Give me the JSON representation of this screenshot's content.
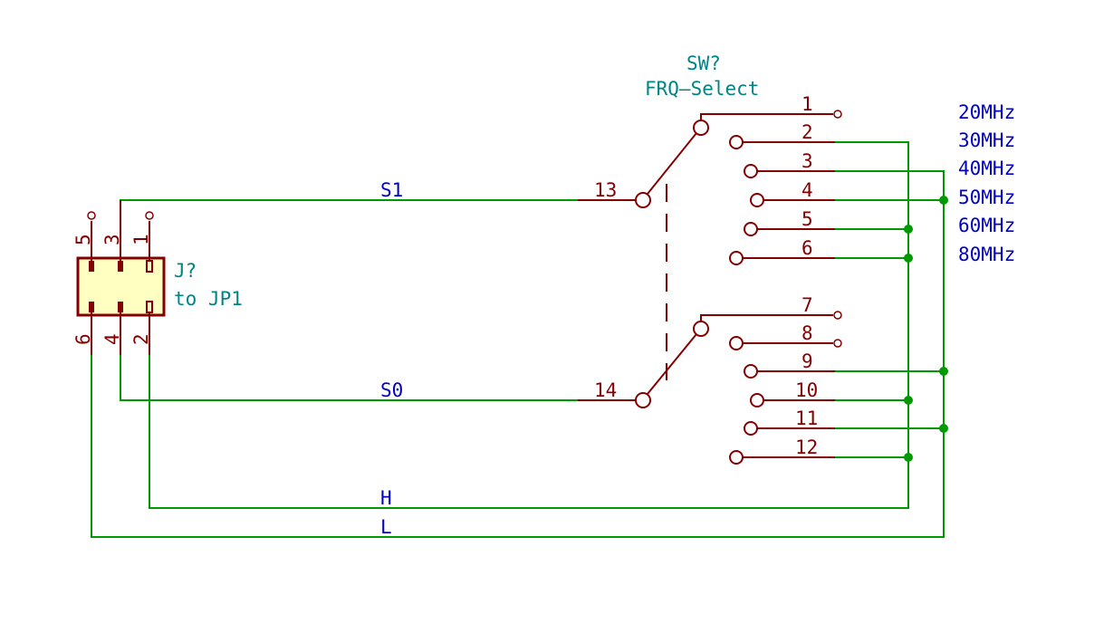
{
  "colors": {
    "wire": "#009900",
    "component": "#840000",
    "body_fill": "#ffffc2",
    "reference": "#008484",
    "net_label": "#0000c2",
    "junction": "#009900"
  },
  "switch": {
    "reference": "SW?",
    "value": "FRQ–Select",
    "pins": [
      "1",
      "2",
      "3",
      "4",
      "5",
      "6",
      "7",
      "8",
      "9",
      "10",
      "11",
      "12"
    ],
    "common_pins": [
      "13",
      "14"
    ]
  },
  "connector": {
    "reference": "J?",
    "value": "to JP1",
    "pins_top": [
      "5",
      "3",
      "1"
    ],
    "pins_bottom": [
      "6",
      "4",
      "2"
    ]
  },
  "nets": {
    "s1": "S1",
    "s0": "S0",
    "h": "H",
    "l": "L"
  },
  "frequency_labels": [
    "20MHz",
    "30MHz",
    "40MHz",
    "50MHz",
    "60MHz",
    "80MHz"
  ]
}
